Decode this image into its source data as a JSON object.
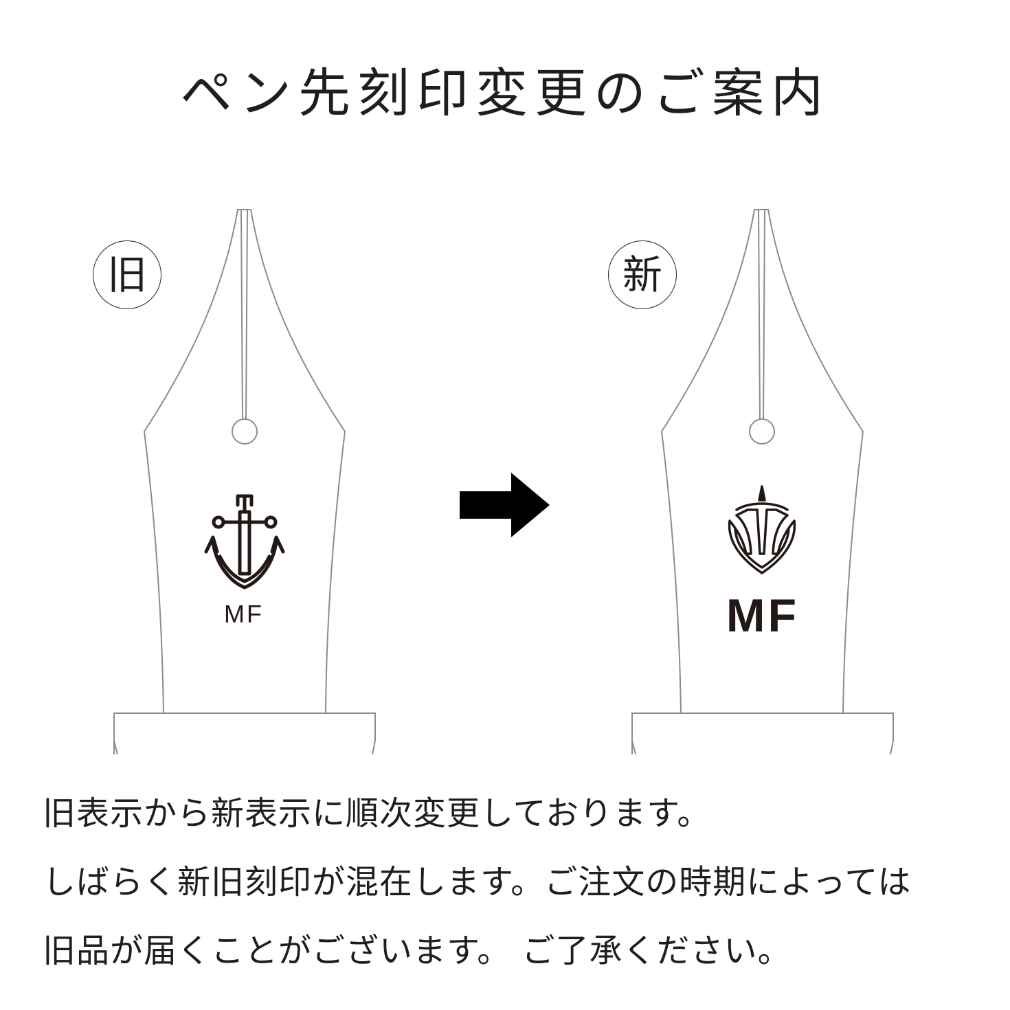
{
  "title": "ペン先刻印変更のご案内",
  "badges": {
    "old": "旧",
    "new": "新"
  },
  "nibs": {
    "old": {
      "logo": "anchor-icon",
      "label": "MF"
    },
    "new": {
      "logo": "trident-crest-icon",
      "label": "MF"
    }
  },
  "arrow": "right-arrow-icon",
  "notice": [
    "旧表示から新表示に順次変更しております。",
    "しばらく新旧刻印が混在します。ご注文の時期によっては",
    "旧品が届くことがございます。 ご了承ください。"
  ],
  "colors": {
    "outline": "#8c8c8c",
    "logo": "#231815",
    "text": "#1e1e1e",
    "background": "#ffffff"
  }
}
